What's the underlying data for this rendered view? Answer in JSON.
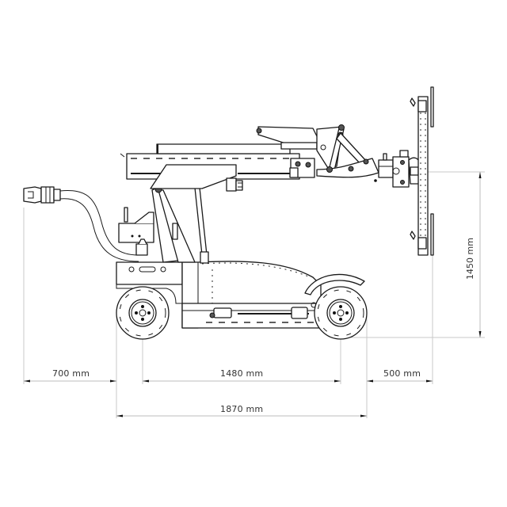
{
  "diagram": {
    "type": "technical side-view drawing",
    "subject": "mobile vacuum glazing robot / glass lifter",
    "colors": {
      "line": "#1a1a1a",
      "dimension_line": "#bdbdbd",
      "text": "#333333",
      "background": "#ffffff"
    }
  },
  "dimensions": {
    "front_overhang": {
      "label": "700 mm",
      "value": 700,
      "unit": "mm"
    },
    "wheelbase": {
      "label": "1480 mm",
      "value": 1480,
      "unit": "mm"
    },
    "rear_overhang": {
      "label": "500 mm",
      "value": 500,
      "unit": "mm"
    },
    "overall_chassis_length": {
      "label": "1870 mm",
      "value": 1870,
      "unit": "mm"
    },
    "suction_center_height": {
      "label": "1450 mm",
      "value": 1450,
      "unit": "mm"
    }
  },
  "components": [
    {
      "id": "tow-handle",
      "label": ""
    },
    {
      "id": "hose",
      "label": ""
    },
    {
      "id": "chassis",
      "label": ""
    },
    {
      "id": "front-wheel",
      "label": ""
    },
    {
      "id": "rear-wheel",
      "label": ""
    },
    {
      "id": "mast",
      "label": ""
    },
    {
      "id": "telescopic-boom",
      "label": ""
    },
    {
      "id": "articulated-linkage",
      "label": ""
    },
    {
      "id": "vacuum-head",
      "label": ""
    },
    {
      "id": "suction-frame",
      "label": ""
    }
  ]
}
